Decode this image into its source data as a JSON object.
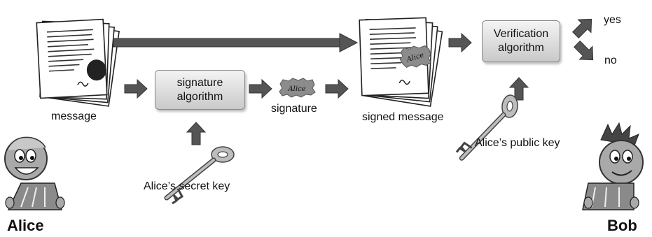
{
  "labels": {
    "message": "message",
    "signature_box_line1": "signature",
    "signature_box_line2": "algorithm",
    "signature": "signature",
    "signed_message": "signed message",
    "verification_box_line1": "Verification",
    "verification_box_line2": "algorithm",
    "yes": "yes",
    "no": "no",
    "secret_key": "Alice’s secret key",
    "public_key": "Alice’s public key",
    "alice": "Alice",
    "bob": "Bob",
    "stamp_text": "Alice"
  },
  "colors": {
    "arrow": "#555555",
    "box_top": "#f4f4f4",
    "box_bottom": "#c9c9c9",
    "key": "#b5b5b5",
    "stamp": "#8c8c8c",
    "face": "#a9a9a9"
  }
}
